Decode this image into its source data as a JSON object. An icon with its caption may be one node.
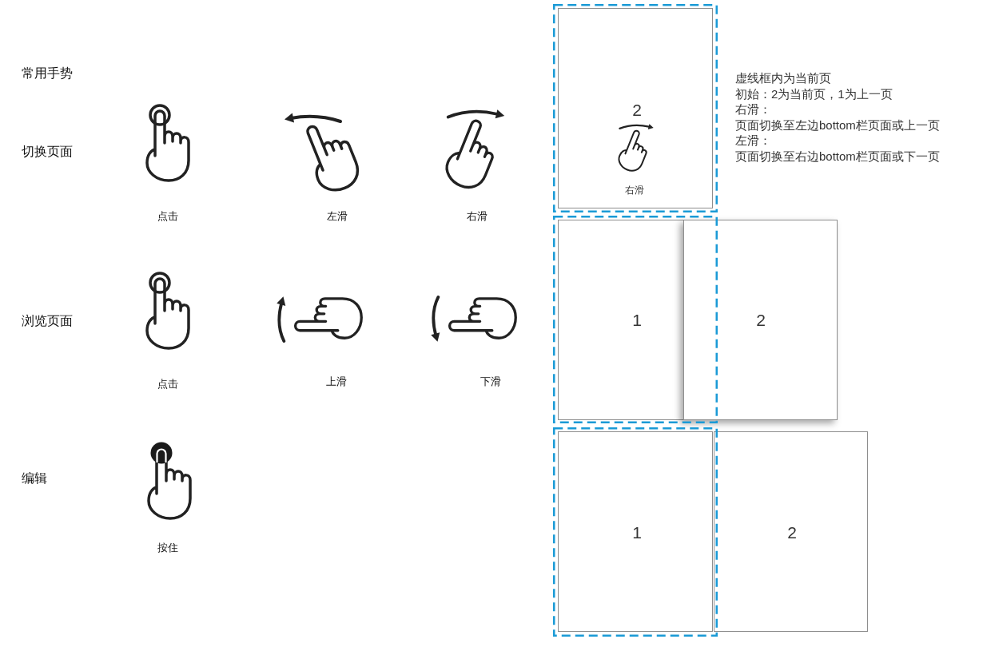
{
  "diagram": {
    "title": "常用手势",
    "nodes": [
      {
        "text": [],
        "shape": "box"
      },
      {
        "text": [
          "2",
          "右滑"
        ],
        "in": 0
      },
      {
        "text": [],
        "shape": "box"
      },
      {
        "text": [
          "1"
        ],
        "in": 2
      },
      {
        "text": [
          "2"
        ]
      },
      {
        "text": [],
        "shape": "box"
      },
      {
        "text": [
          "1"
        ],
        "in": 5
      },
      {
        "text": [
          "2"
        ]
      }
    ],
    "labels": [
      "切换页面",
      "点击",
      "左滑",
      "右滑",
      "浏览页面",
      "点击",
      "上滑",
      "下滑",
      "编辑",
      "按住",
      "虚线框内为当前页",
      "初始：2为当前页，1为上一页",
      "右滑：",
      "页面切换至左边bottom栏页面或上一页",
      "左滑：",
      "页面切换至右边bottom栏页面或下一页"
    ]
  }
}
